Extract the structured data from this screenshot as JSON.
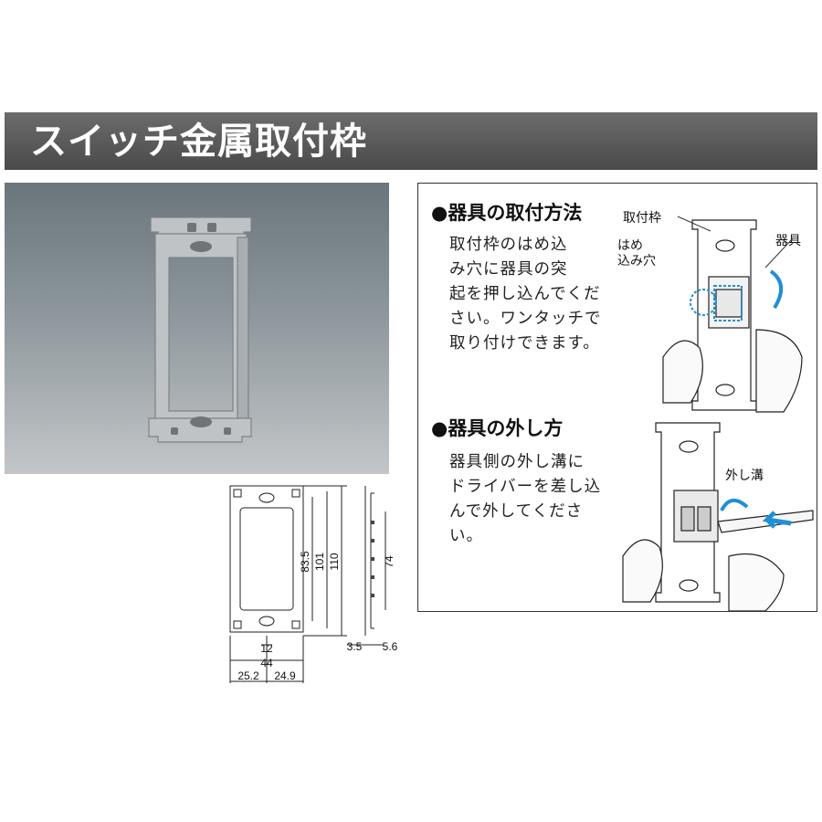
{
  "title": "スイッチ金属取付枠",
  "dimensions": {
    "height_83_5": "83.5",
    "height_101": "101",
    "height_110": "110",
    "height_74": "74",
    "width_12": "12",
    "width_44": "44",
    "width_25_2": "25.2",
    "width_24_9": "24.9",
    "depth_3_5": "3.5",
    "depth_5_6": "5.6"
  },
  "install": {
    "heading": "●器具の取付方法",
    "lines": [
      "取付枠のはめ込",
      "み穴に器具の突",
      "起を押し込んでくだ",
      "さい。ワンタッチで",
      "取り付けできます。"
    ],
    "label_frame": "取付枠",
    "label_device": "器具",
    "label_hole_1": "はめ",
    "label_hole_2": "込み穴"
  },
  "remove": {
    "heading": "●器具の外し方",
    "lines": [
      "器具側の外し溝に",
      "ドライバーを差し込",
      "んで外してくださ",
      "い。"
    ],
    "label_groove": "外し溝"
  },
  "colors": {
    "title_bg": "#555555",
    "title_text": "#ffffff",
    "accent_blue": "#1f8fd6"
  }
}
